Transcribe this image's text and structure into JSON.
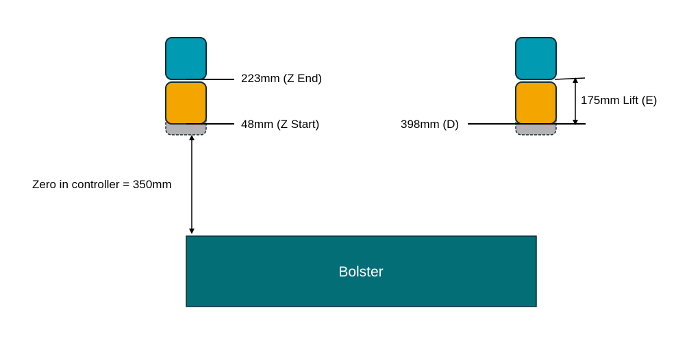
{
  "labels": {
    "z_end": "223mm (Z End)",
    "z_start": "48mm (Z Start)",
    "zero": "Zero in controller = 350mm",
    "d": "398mm (D)",
    "lift": "175mm Lift (E)",
    "bolster": "Bolster"
  },
  "colors": {
    "teal": "#009BB3",
    "orange": "#F5A500",
    "gray": "#B3B3B3",
    "bolster": "#036E75",
    "outline": "#0E2B3B"
  }
}
